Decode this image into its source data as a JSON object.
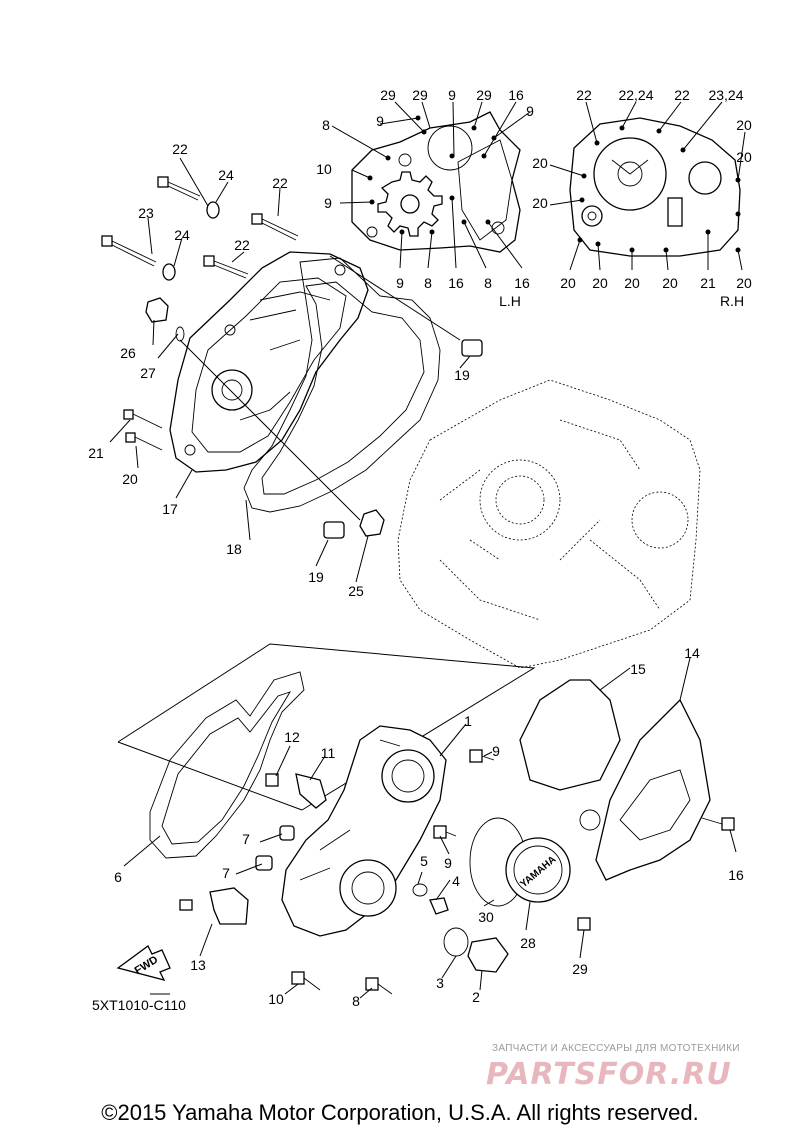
{
  "diagram_code": "5XT1010-C110",
  "panel_labels": {
    "left": "L.H",
    "right": "R.H"
  },
  "arrow_label": "FWD",
  "cover_text": "YAMAHA",
  "callouts": {
    "p1": "1",
    "p2": "2",
    "p3": "3",
    "p4": "4",
    "p5": "5",
    "p6": "6",
    "p7a": "7",
    "p7b": "7",
    "p8": "8",
    "p9a": "9",
    "p9b": "9",
    "p10": "10",
    "p11": "11",
    "p12": "12",
    "p13": "13",
    "p14": "14",
    "p15": "15",
    "p16": "16",
    "p17": "17",
    "p18": "18",
    "p19a": "19",
    "p19b": "19",
    "p20": "20",
    "p21": "21",
    "p22a": "22",
    "p22b": "22",
    "p22c": "22",
    "p23": "23",
    "p24a": "24",
    "p24b": "24",
    "p25": "25",
    "p26": "26",
    "p27": "27",
    "p28": "28",
    "p29": "29",
    "p30": "30"
  },
  "lh_labels": {
    "t29a": "29",
    "t29b": "29",
    "t9a": "9",
    "t29c": "29",
    "t16a": "16",
    "t9b": "9",
    "t8a": "8",
    "t9c": "9",
    "t10": "10",
    "t9d": "9",
    "b9": "9",
    "b8a": "8",
    "b16a": "16",
    "b8b": "8",
    "b16b": "16"
  },
  "rh_labels": {
    "t22a": "22",
    "t2224": "22,24",
    "t22b": "22",
    "t2324": "23,24",
    "r20a": "20",
    "r20b": "20",
    "r20c": "20",
    "r20d": "20",
    "b20a": "20",
    "b20b": "20",
    "b20c": "20",
    "b20d": "20",
    "b21": "21",
    "b20e": "20"
  },
  "watermark_caption": "ЗАПЧАСТИ И АКСЕССУАРЫ ДЛЯ МОТОТЕХНИКИ",
  "watermark_logo": "PARTSFOR.RU",
  "copyright": "©2015 Yamaha Motor Corporation, U.S.A. All rights reserved."
}
